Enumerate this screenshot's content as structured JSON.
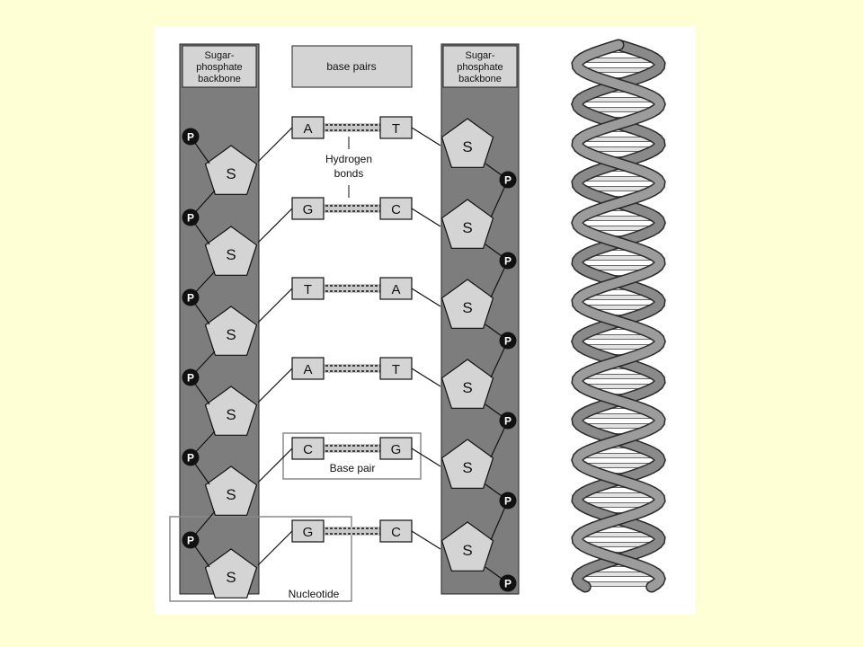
{
  "headers": {
    "left_backbone": [
      "Sugar-",
      "phosphate",
      "backbone"
    ],
    "base_pairs": "base pairs",
    "right_backbone": [
      "Sugar-",
      "phosphate",
      "backbone"
    ]
  },
  "labels": {
    "hydrogen_bonds": [
      "Hydrogen",
      "bonds"
    ],
    "base_pair": "Base pair",
    "nucleotide": "Nucleotide",
    "sugar": "S",
    "phosphate": "P"
  },
  "pairs": [
    {
      "left": "A",
      "right": "T"
    },
    {
      "left": "G",
      "right": "C"
    },
    {
      "left": "T",
      "right": "A"
    },
    {
      "left": "A",
      "right": "T"
    },
    {
      "left": "C",
      "right": "G"
    },
    {
      "left": "G",
      "right": "C"
    }
  ],
  "colors": {
    "page_background": "#ffffd6",
    "backbone_strip": "#7d7d7d",
    "shape_fill": "#d4d4d4",
    "phosphate": "#111111",
    "helix_strand": "#8a8a8a"
  },
  "helix_icon": "double-helix-illustration"
}
